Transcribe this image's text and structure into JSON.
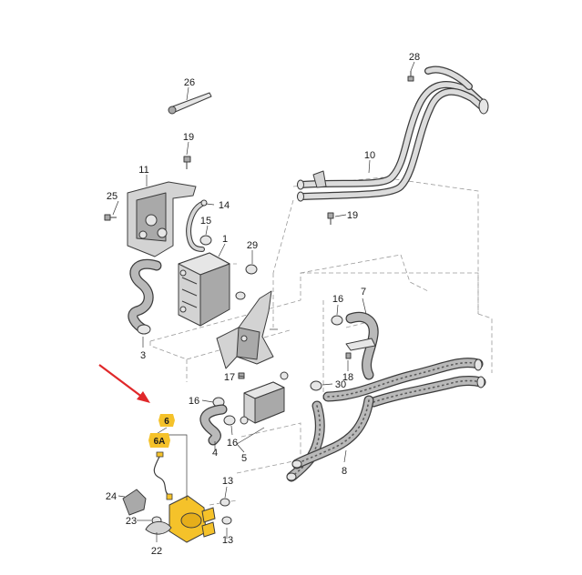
{
  "callouts": {
    "c1": "1",
    "c3": "3",
    "c4": "4",
    "c5": "5",
    "c6": "6",
    "c6a": "6A",
    "c7": "7",
    "c8": "8",
    "c10": "10",
    "c11": "11",
    "c13a": "13",
    "c13b": "13",
    "c14": "14",
    "c15": "15",
    "c16a": "16",
    "c16b": "16",
    "c16c": "16",
    "c17": "17",
    "c18": "18",
    "c19a": "19",
    "c19b": "19",
    "c22": "22",
    "c23": "23",
    "c24": "24",
    "c25": "25",
    "c26": "26",
    "c28": "28",
    "c29": "29",
    "c30": "30"
  },
  "highlight_color": "#f5c22a",
  "arrow_color": "#e0282a",
  "icons": [
    "red-pointer-arrow"
  ]
}
